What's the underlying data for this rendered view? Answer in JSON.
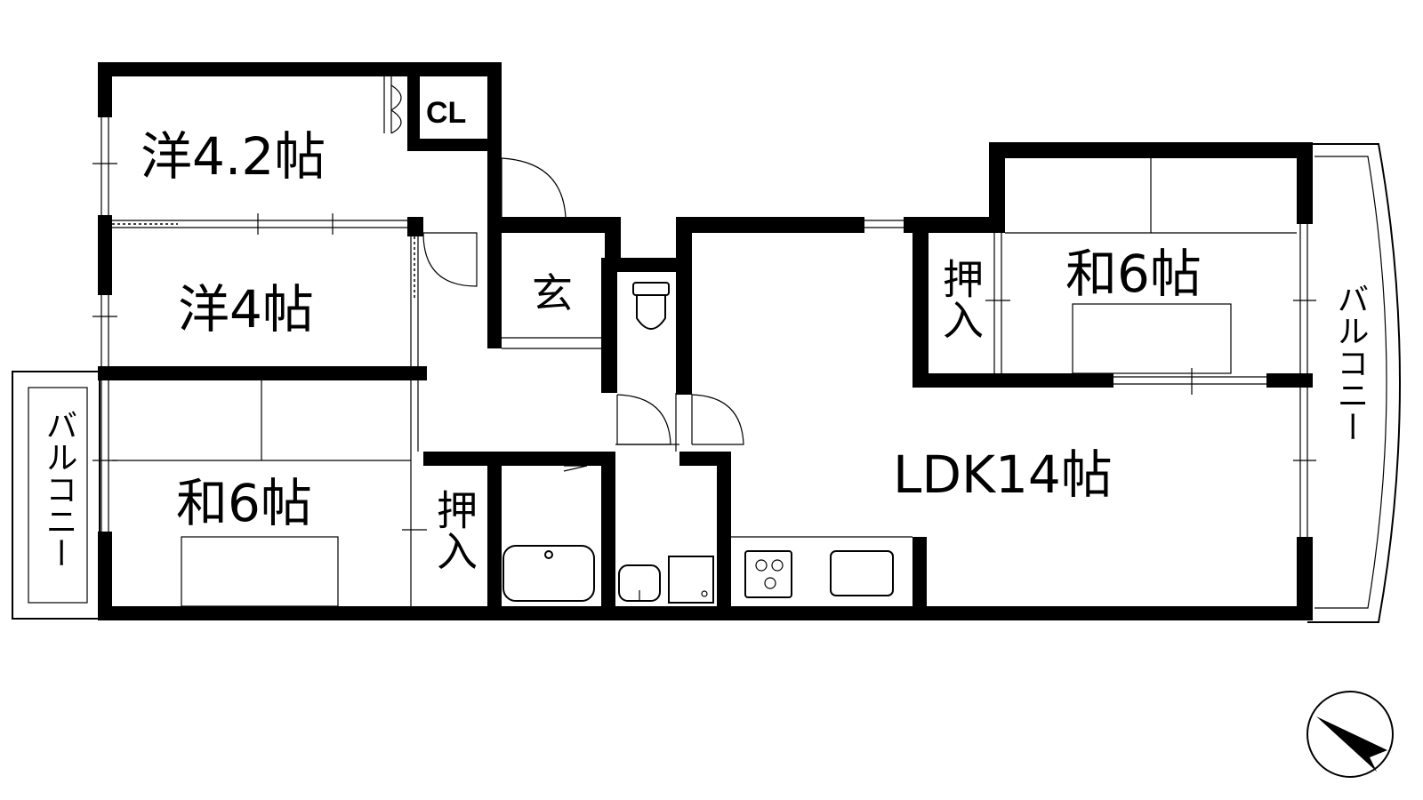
{
  "rooms": {
    "western_4_2": "洋4.2帖",
    "closet": "CL",
    "western_4": "洋4帖",
    "japanese_6_left": "和6帖",
    "oshiire_bottom": "押入",
    "entrance": "玄",
    "ldk": "LDK14帖",
    "oshiire_right": "押入",
    "japanese_6_right": "和6帖",
    "balcony_left": "バルコニー",
    "balcony_right": "バルコニー"
  },
  "icons": [
    "toilet-icon",
    "bathtub-icon",
    "washbasin-icon",
    "washer-icon",
    "stove-icon",
    "sink-icon",
    "compass-icon"
  ]
}
